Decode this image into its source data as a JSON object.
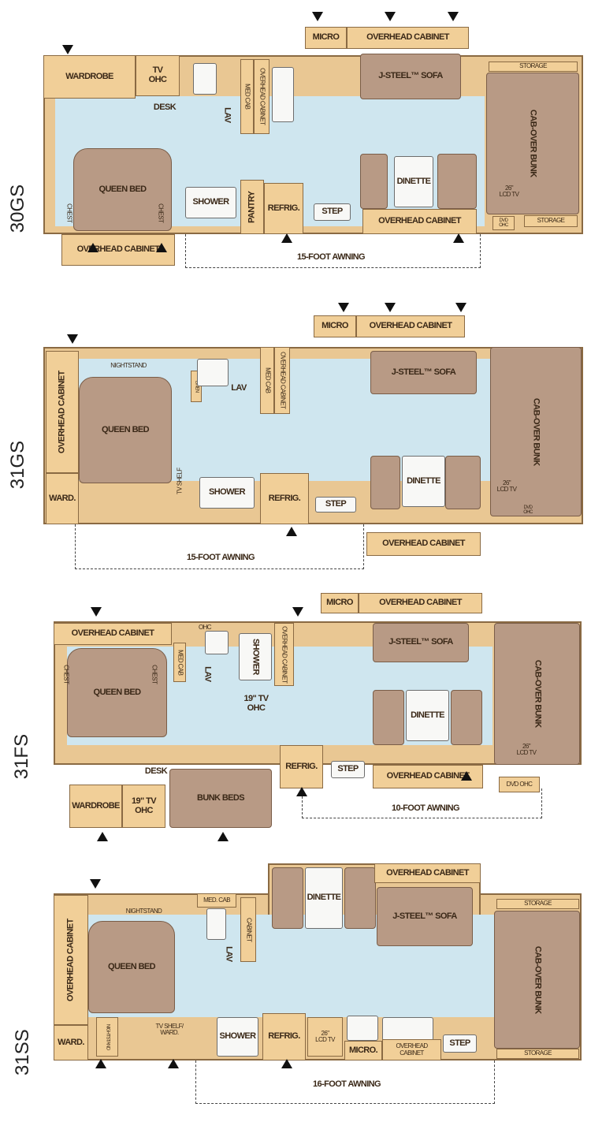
{
  "plans": [
    {
      "model": "30GS",
      "labels": {
        "wardrobe": "WARDROBE",
        "tv_ohc": "TV\nOHC",
        "desk": "DESK",
        "queen_bed": "QUEEN BED",
        "chest_left": "CHEST",
        "chest_right": "CHEST",
        "overhead_cabinet_rear": "OVERHEAD CABINET",
        "micro": "MICRO",
        "overhead_cabinet_top": "OVERHEAD CABINET",
        "sofa": "J-STEEL™ SOFA",
        "cab_over_bunk": "CAB-OVER BUNK",
        "storage_top": "STORAGE",
        "storage_bottom": "STORAGE",
        "lcd_tv": "26\"\nLCD TV",
        "dvd_ohc": "DVD\nOHC",
        "dinette": "DINETTE",
        "overhead_cabinet_front": "OVERHEAD CABINET",
        "shower": "SHOWER",
        "pantry": "PANTRY",
        "refrig": "REFRIG.",
        "step": "STEP",
        "med_cab": "MED CAB",
        "overhead_cabinet_bath": "OVERHEAD CABINET",
        "lav": "LAV"
      },
      "awning": "15-FOOT AWNING"
    },
    {
      "model": "31GS",
      "labels": {
        "overhead_cabinet_rear": "OVERHEAD CABINET",
        "ward": "WARD.",
        "nightstand": "NIGHTSTAND",
        "queen_bed": "QUEEN BED",
        "linen": "LINEN",
        "med_cab": "MED CAB",
        "overhead_cabinet_bath": "OVERHEAD CABINET",
        "lav": "LAV",
        "tv_shelf": "TV SHELF",
        "shower": "SHOWER",
        "refrig": "REFRIG.",
        "step": "STEP",
        "micro": "MICRO",
        "overhead_cabinet_top": "OVERHEAD CABINET",
        "sofa": "J-STEEL™ SOFA",
        "cab_over_bunk": "CAB-OVER BUNK",
        "lcd_tv": "26\"\nLCD TV",
        "dvd_ohc": "DVD\nOHC",
        "dinette": "DINETTE",
        "overhead_cabinet_front": "OVERHEAD CABINET"
      },
      "awning": "15-FOOT AWNING"
    },
    {
      "model": "31FS",
      "labels": {
        "overhead_cabinet_rear": "OVERHEAD CABINET",
        "queen_bed": "QUEEN BED",
        "chest_left": "CHEST",
        "chest_right": "CHEST",
        "ohc": "OHC",
        "med_cab": "MED CAB",
        "lav": "LAV",
        "shower": "SHOWER",
        "overhead_cabinet_bath": "OVERHEAD CABINET",
        "tv_ohc_bath": "19\" TV\nOHC",
        "micro": "MICRO",
        "overhead_cabinet_top": "OVERHEAD CABINET",
        "sofa": "J-STEEL™ SOFA",
        "cab_over_bunk": "CAB-OVER BUNK",
        "lcd_tv": "26\"\nLCD TV",
        "dvd_ohc": "DVD OHC",
        "dinette": "DINETTE",
        "overhead_cabinet_front": "OVERHEAD CABINET",
        "refrig": "REFRIG.",
        "step": "STEP",
        "desk": "DESK",
        "wardrobe": "WARDROBE",
        "tv_ohc": "19\" TV\nOHC",
        "bunk_beds": "BUNK BEDS"
      },
      "awning": "10-FOOT AWNING"
    },
    {
      "model": "31SS",
      "labels": {
        "overhead_cabinet_rear": "OVERHEAD CABINET",
        "ward": "WARD.",
        "nightstand_top": "NIGHTSTAND",
        "queen_bed": "QUEEN BED",
        "nightstand_bottom": "NIGHTSTAND",
        "med_cab": "MED. CAB",
        "cabinet": "CABINET",
        "lav": "LAV",
        "dinette": "DINETTE",
        "overhead_cabinet_top": "OVERHEAD CABINET",
        "sofa": "J-STEEL™ SOFA",
        "cab_over_bunk": "CAB-OVER BUNK",
        "storage_top": "STORAGE",
        "storage_bottom": "STORAGE",
        "tv_shelf": "TV SHELF/\nWARD.",
        "shower": "SHOWER",
        "refrig": "REFRIG.",
        "lcd_tv": "26\"\nLCD TV",
        "micro": "MICRO.",
        "overhead_cabinet_front": "OVERHEAD\nCABINET",
        "step": "STEP"
      },
      "awning": "16-FOOT AWNING"
    }
  ],
  "colors": {
    "wall": "#e9c793",
    "floor": "#cfe6ef",
    "furniture": "#b89a85",
    "cabinet": "#f1cf98"
  }
}
